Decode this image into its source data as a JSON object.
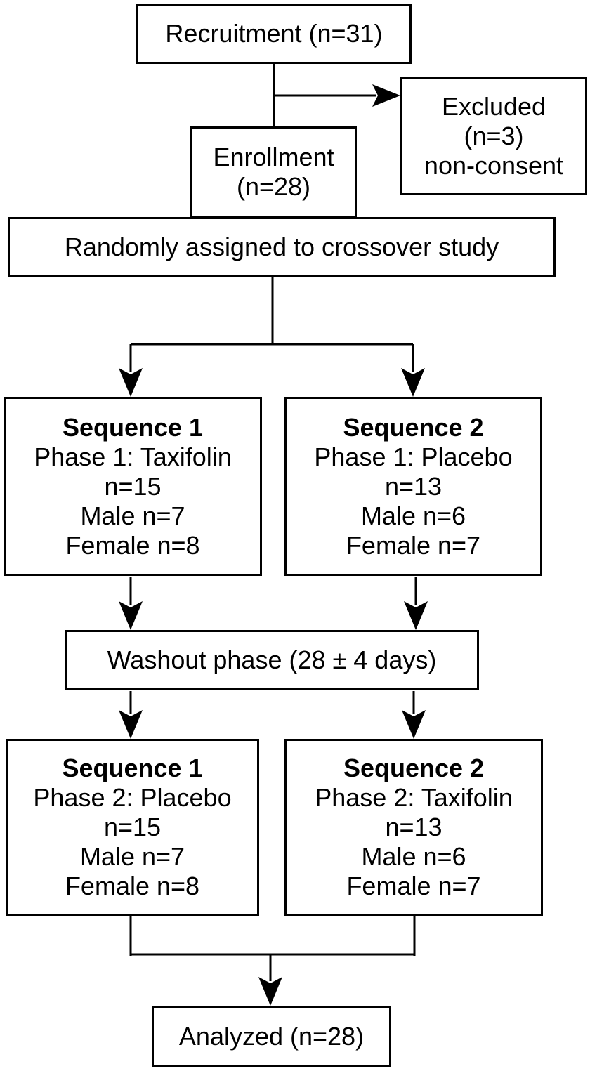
{
  "boxes": {
    "recruitment": {
      "line1": "Recruitment (n=31)"
    },
    "excluded": {
      "line1": "Excluded",
      "line2": "(n=3)",
      "line3": "non-consent"
    },
    "enrollment": {
      "line1": "Enrollment",
      "line2": "(n=28)"
    },
    "randomized": {
      "line1": "Randomly assigned to crossover study"
    },
    "seq1_phase1": {
      "title": "Sequence 1",
      "phase": "Phase 1: Taxifolin",
      "n": "n=15",
      "male": "Male n=7",
      "female": "Female n=8"
    },
    "seq2_phase1": {
      "title": "Sequence 2",
      "phase": "Phase 1: Placebo",
      "n": "n=13",
      "male": "Male n=6",
      "female": "Female n=7"
    },
    "washout": {
      "line1": "Washout phase (28 ± 4 days)"
    },
    "seq1_phase2": {
      "title": "Sequence 1",
      "phase": "Phase 2: Placebo",
      "n": "n=15",
      "male": "Male n=7",
      "female": "Female n=8"
    },
    "seq2_phase2": {
      "title": "Sequence 2",
      "phase": "Phase 2: Taxifolin",
      "n": "n=13",
      "male": "Male n=6",
      "female": "Female n=7"
    },
    "analyzed": {
      "line1": "Analyzed (n=28)"
    }
  },
  "colors": {
    "line": "#000000",
    "background": "#ffffff"
  }
}
